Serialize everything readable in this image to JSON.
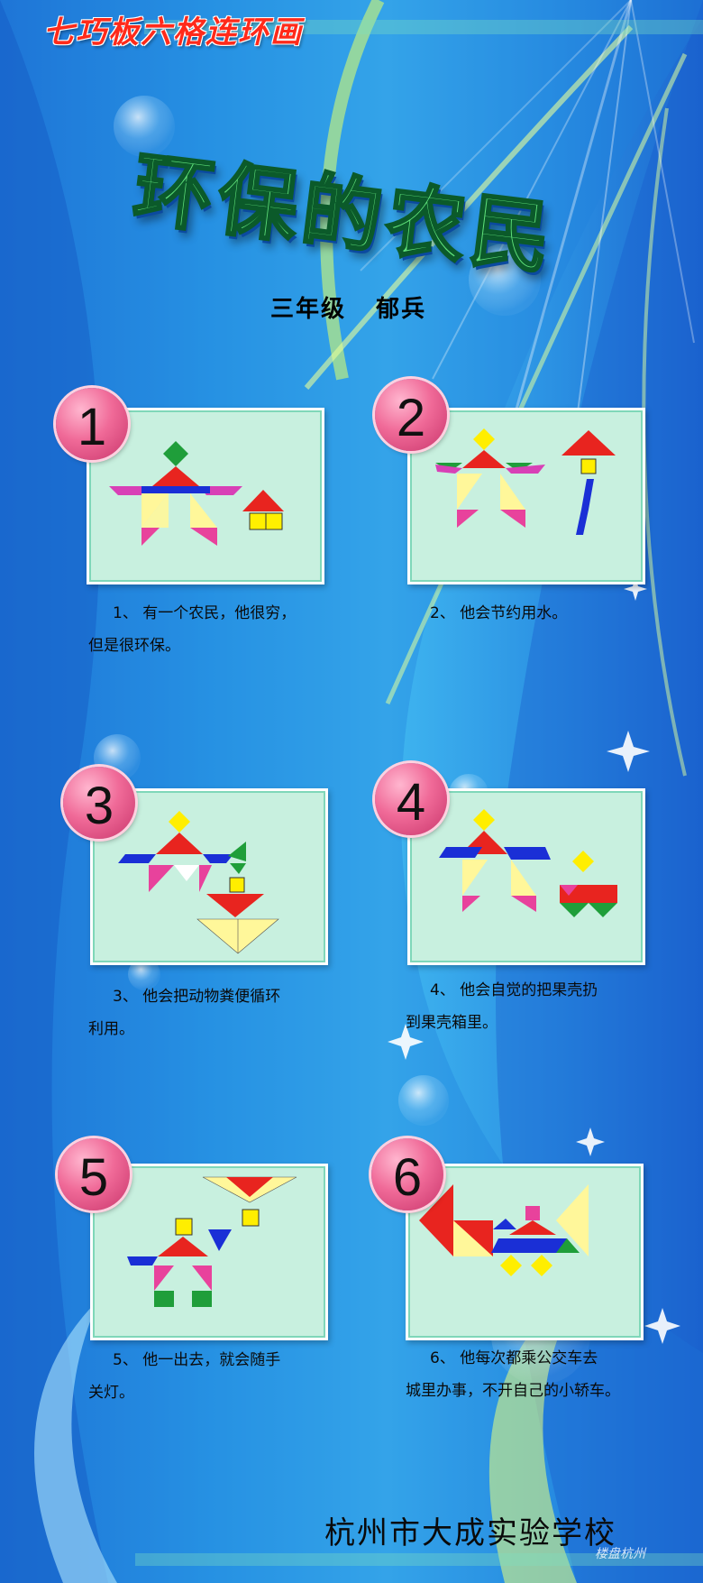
{
  "header": {
    "title": "七巧板六格连环画",
    "main_title": "环保的农民",
    "author": "三年级   郁兵"
  },
  "panels": [
    {
      "number": "1",
      "caption_lines": [
        "     1、 有一个农民，他很穷，",
        "但是很环保。"
      ]
    },
    {
      "number": "2",
      "caption_lines": [
        "     2、 他会节约用水。"
      ]
    },
    {
      "number": "3",
      "caption_lines": [
        "     3、 他会把动物粪便循环",
        "利用。"
      ]
    },
    {
      "number": "4",
      "caption_lines": [
        "     4、 他会自觉的把果壳扔",
        "到果壳箱里。"
      ]
    },
    {
      "number": "5",
      "caption_lines": [
        "     5、 他一出去，就会随手",
        "关灯。"
      ]
    },
    {
      "number": "6",
      "caption_lines": [
        "     6、 他每次都乘公交车去",
        "城里办事，不开自己的小轿车。"
      ]
    }
  ],
  "footer": {
    "school": "杭州市大成实验学校",
    "watermark": "楼盘杭州"
  },
  "colors": {
    "background": "#2a9ae6",
    "panel": "#c8f0df",
    "badge": "#f06a98",
    "top_title": "#ff2a1a",
    "main_title": "#5fe07a"
  }
}
